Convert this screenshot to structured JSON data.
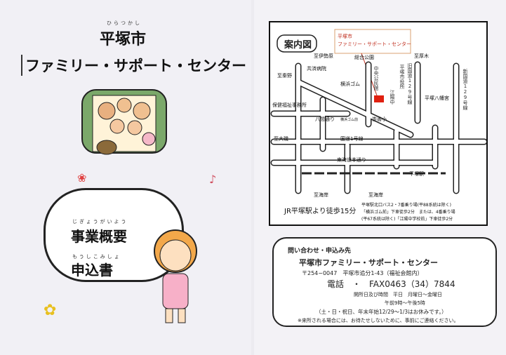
{
  "cover": {
    "title_ruby": "ひらつかし",
    "title": "平塚市",
    "subtitle": "ファミリー・サポート・センター",
    "item1_ruby": "じぎょうがいよう",
    "item1": "事業概要",
    "item2_ruby": "もうしこみしょ",
    "item2": "申込書"
  },
  "map": {
    "heading": "案内図",
    "callout_line1": "平塚市",
    "callout_line2": "ファミリー・サポート・センター",
    "labels": {
      "isehara": "至伊勢原",
      "sogo": "総合公園",
      "atsugi": "至厚木",
      "kyosai": "共済病院",
      "hadano": "至秦野",
      "yokohama": "横浜ゴム",
      "hoken": "保健福祉事務所",
      "hachiken": "八間通り",
      "chuo": "中央公民館",
      "koyo": "江陽中",
      "shiyakusho": "平塚市役所",
      "kyu129": "旧国道129号線",
      "shin129": "新国道129号線",
      "hachimangu": "平塚八幡宮",
      "sozen": "崇善小",
      "yokohamamae": "横浜ゴム前",
      "oiso": "至大磯",
      "r1": "国道1号線",
      "tokaido": "東海道本通り",
      "station": "平塚駅",
      "kaigan1": "至海岸",
      "kaigan2": "至海岸"
    },
    "walk": "JR平塚駅より徒歩15分",
    "bus1": "平塚駅北口バス2・7番乗り場(平88系統は除く)",
    "bus2": "「横浜ゴム前」下車徒歩2分　または、4番乗り場",
    "bus3": "(平67系統は除く)「江陽中学校前」下車徒歩2分"
  },
  "contact": {
    "heading": "問い合わせ・申込み先",
    "name": "平塚市ファミリー・サポート・センター",
    "address": "〒254−0047　平塚市追分1-43（福祉会館内）",
    "phone": "電話　・　FAX0463（34）7844",
    "hours1": "開所日及び時間　平日　月曜日～金曜日",
    "hours2": "午前9時～午後5時",
    "closed": "（土・日・祝日、年末年始12/29～1/3はお休みです。）",
    "note": "※来所される場合には、お待たせしないために、事前にご連絡ください。"
  }
}
